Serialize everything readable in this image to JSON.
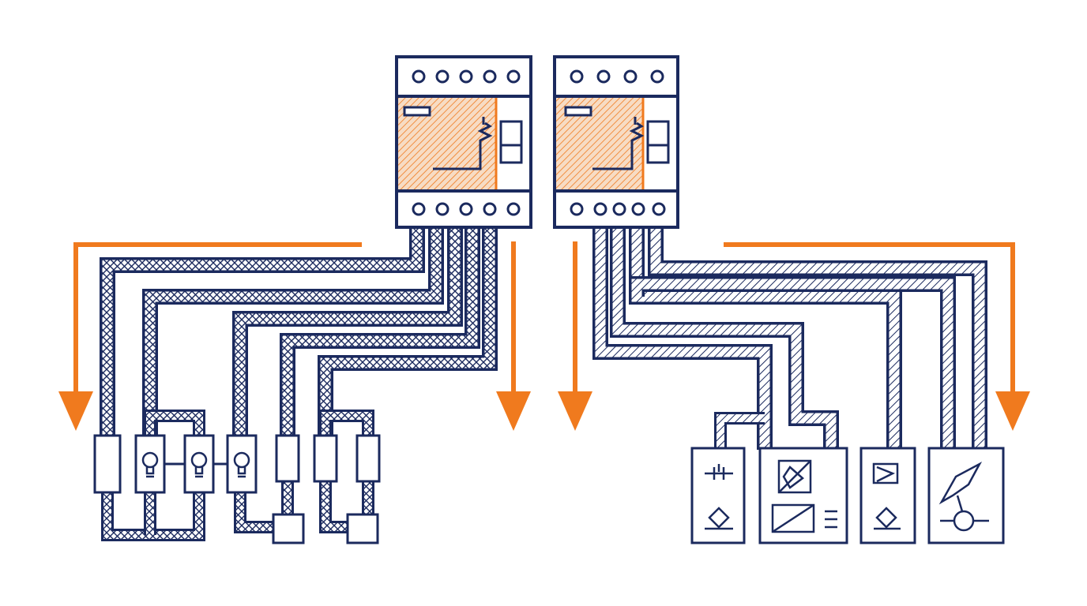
{
  "diagram": {
    "background": "#ffffff",
    "colors": {
      "line": "#1b2a5e",
      "accent": "#f07a1e",
      "hatch_fill": "#f6d2b4",
      "paper": "#ffffff"
    },
    "breakers": [
      {
        "id": "breaker-left",
        "top_terminals": 5,
        "bottom_terminals": 5,
        "hatch": "orange-diagonal"
      },
      {
        "id": "breaker-right",
        "top_terminals": 4,
        "bottom_terminals": 5,
        "hatch": "orange-diagonal"
      }
    ],
    "circuits": [
      {
        "id": "lighting-circuit",
        "side": "left",
        "cable_hatch": "cross-hatch",
        "loads": [
          "fuse",
          "lamp",
          "lamp",
          "lamp",
          "fuse",
          "fuse",
          "fuse",
          "junction-box",
          "junction-box"
        ]
      },
      {
        "id": "equipment-circuit",
        "side": "right",
        "cable_hatch": "diagonal",
        "loads": [
          "capacitor-panel",
          "transformer-panel",
          "control-panel",
          "motor-panel"
        ]
      }
    ],
    "flow_arrows": 4,
    "icons": [
      "lamp-icon",
      "capacitor-icon",
      "diamond-icon",
      "transformer-icon",
      "motor-icon",
      "switch-icon"
    ]
  }
}
